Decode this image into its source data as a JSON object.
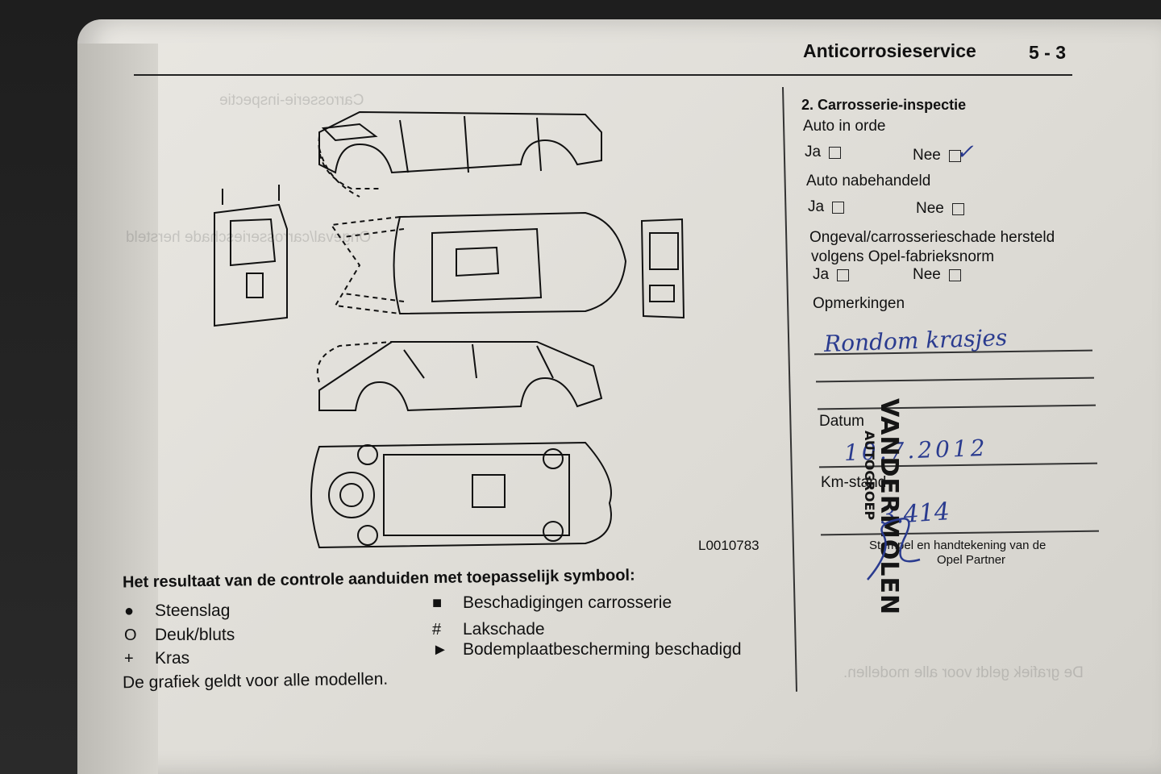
{
  "header": {
    "section_title": "Anticorrosieservice",
    "page_number": "5 - 3"
  },
  "diagram": {
    "code": "L0010783"
  },
  "legend": {
    "title": "Het resultaat van de controle aanduiden met toepasselijk symbool:",
    "left": [
      {
        "symbol": "●",
        "label": "Steenslag"
      },
      {
        "symbol": "O",
        "label": "Deuk/bluts"
      },
      {
        "symbol": "+",
        "label": "Kras"
      }
    ],
    "right": [
      {
        "symbol": "■",
        "label": "Beschadigingen carrosserie"
      },
      {
        "symbol": "#",
        "label": "Lakschade"
      },
      {
        "symbol": "►",
        "label": "Bodemplaatbescherming beschadigd"
      }
    ],
    "note": "De grafiek geldt voor alle modellen."
  },
  "form": {
    "title": "2. Carrosserie-inspectie",
    "auto_in_orde": "Auto in orde",
    "ja": "Ja",
    "nee": "Nee",
    "auto_nabehandeld": "Auto nabehandeld",
    "ongeval_line1": "Ongeval/carrosserieschade hersteld",
    "ongeval_line2": "volgens Opel-fabrieksnorm",
    "opmerkingen": "Opmerkingen",
    "opmerkingen_value": "Rondom krasjes",
    "datum": "Datum",
    "datum_value": "10.7.2012",
    "km_stand": "Km-stand",
    "km_value": "3.414",
    "stempel_line1": "Stempel en handtekening van de",
    "stempel_line2": "Opel Partner",
    "check_mark": "✓"
  },
  "stamp": {
    "name": "VANDERMOLEN",
    "sub": "AUTOGROEP"
  },
  "colors": {
    "ink": "#2a3b8f",
    "paper": "#e2e0da"
  }
}
